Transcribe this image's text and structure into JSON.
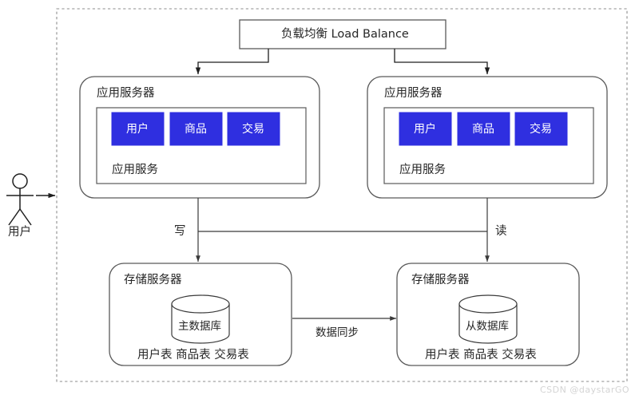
{
  "diagram": {
    "title_text": "负载均衡 Load Balance",
    "actor": {
      "label": "用户",
      "icon": "stick-figure-actor"
    },
    "load_balancer": {
      "label": "负载均衡 Load Balance"
    },
    "app_servers": [
      {
        "title": "应用服务器",
        "service_label": "应用服务",
        "modules": [
          "用户",
          "商品",
          "交易"
        ]
      },
      {
        "title": "应用服务器",
        "service_label": "应用服务",
        "modules": [
          "用户",
          "商品",
          "交易"
        ]
      }
    ],
    "storage_servers": [
      {
        "title": "存储服务器",
        "db_label": "主数据库",
        "tables_label": "用户表 商品表 交易表"
      },
      {
        "title": "存储服务器",
        "db_label": "从数据库",
        "tables_label": "用户表 商品表 交易表"
      }
    ],
    "edge_labels": {
      "write": "写",
      "read": "读",
      "sync": "数据同步"
    },
    "watermark": "CSDN @daystarGO",
    "colors": {
      "module_blue": "#2f2fe0",
      "stroke": "#595959",
      "text": "#262626",
      "boundary_dash": "#8c8c8c",
      "background": "#ffffff"
    }
  }
}
